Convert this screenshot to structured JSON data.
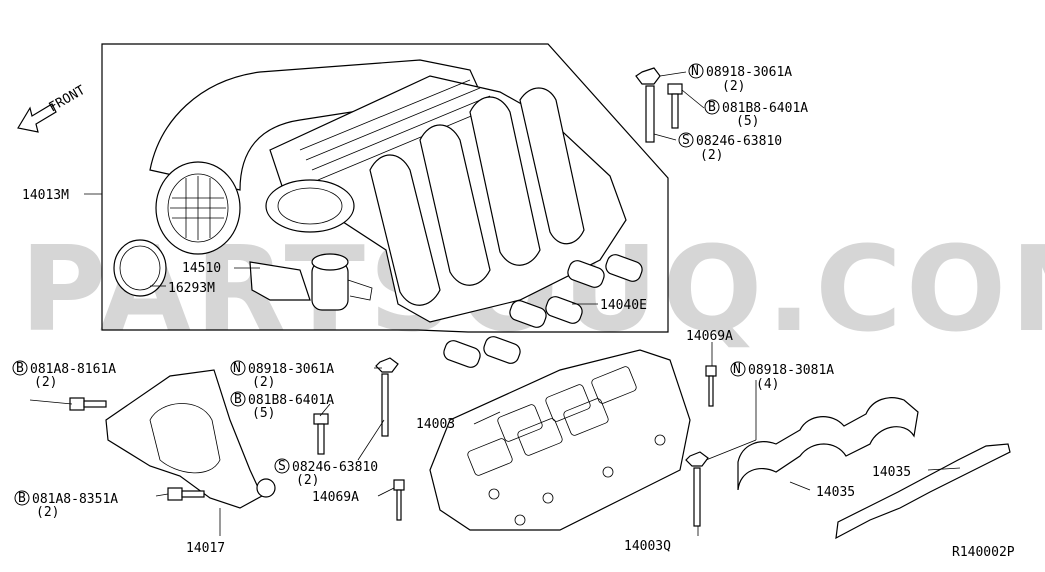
{
  "diagram": {
    "drawing_number": "R140002P",
    "watermark": "PARTSOUQ.COM",
    "front_label": "FRONT",
    "labels": {
      "l_14013M": "14013M",
      "l_14510": "14510",
      "l_16293M": "16293M",
      "l_14040E": "14040E",
      "l_08918_3061A_top": "08918-3061A",
      "q_08918_3061A_top": "(2)",
      "l_081B8_6401A_top": "081B8-6401A",
      "q_081B8_6401A_top": "(5)",
      "l_08246_63810_top": "08246-63810",
      "q_08246_63810_top": "(2)",
      "l_14069A_top": "14069A",
      "l_08918_3081A": "08918-3081A",
      "q_08918_3081A": "(4)",
      "l_081A8_8161A": "081A8-8161A",
      "q_081A8_8161A": "(2)",
      "l_08918_3061A_mid": "08918-3061A",
      "q_08918_3061A_mid": "(2)",
      "l_081B8_6401A_mid": "081B8-6401A",
      "q_081B8_6401A_mid": "(5)",
      "l_08246_63810_mid": "08246-63810",
      "q_08246_63810_mid": "(2)",
      "l_14069A_mid": "14069A",
      "l_14003": "14003",
      "l_081A8_8351A": "081A8-8351A",
      "q_081A8_8351A": "(2)",
      "l_14017": "14017",
      "l_14003Q": "14003Q",
      "l_14035_upper": "14035",
      "l_14035_lower": "14035"
    },
    "badges": {
      "N": "N",
      "B": "B",
      "S": "S"
    }
  }
}
